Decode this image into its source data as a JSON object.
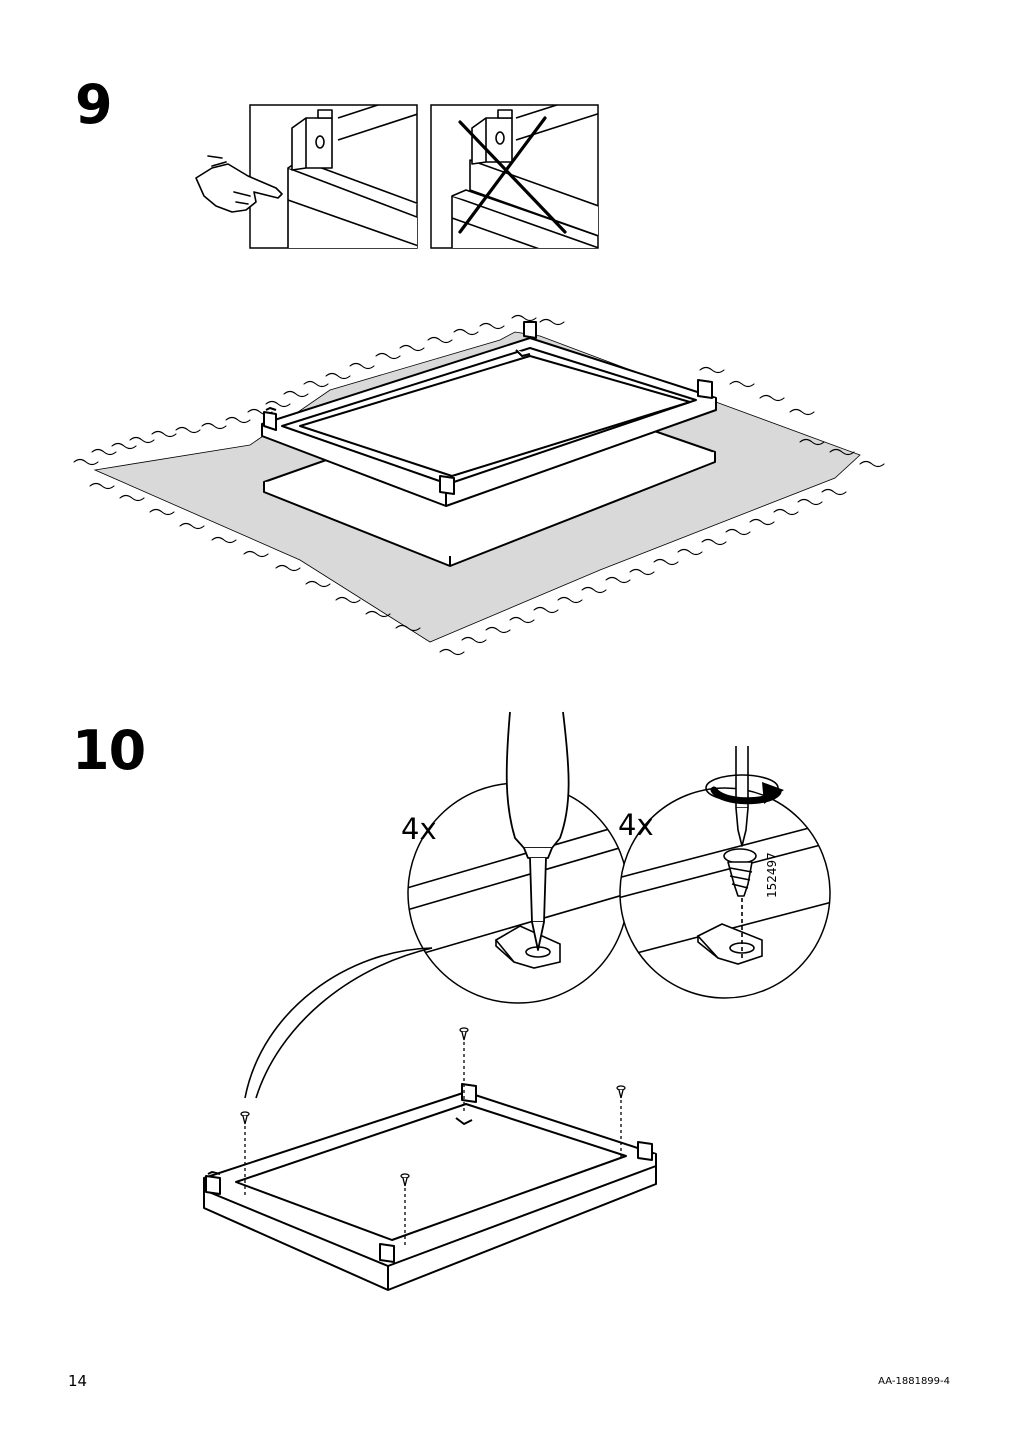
{
  "steps": {
    "step9": {
      "number": "9"
    },
    "step10": {
      "number": "10",
      "quantity_left": "4x",
      "quantity_right": "4x",
      "part_number": "152497"
    }
  },
  "footer": {
    "page_number": "14",
    "document_id": "AA-1881899-4"
  },
  "icons": {
    "hand": "pointing-hand-icon",
    "wrong": "x-cross-icon",
    "rotate": "clockwise-arrow-icon"
  },
  "colors": {
    "ink": "#000000",
    "rug": "#d9d9d9",
    "paper": "#ffffff"
  }
}
